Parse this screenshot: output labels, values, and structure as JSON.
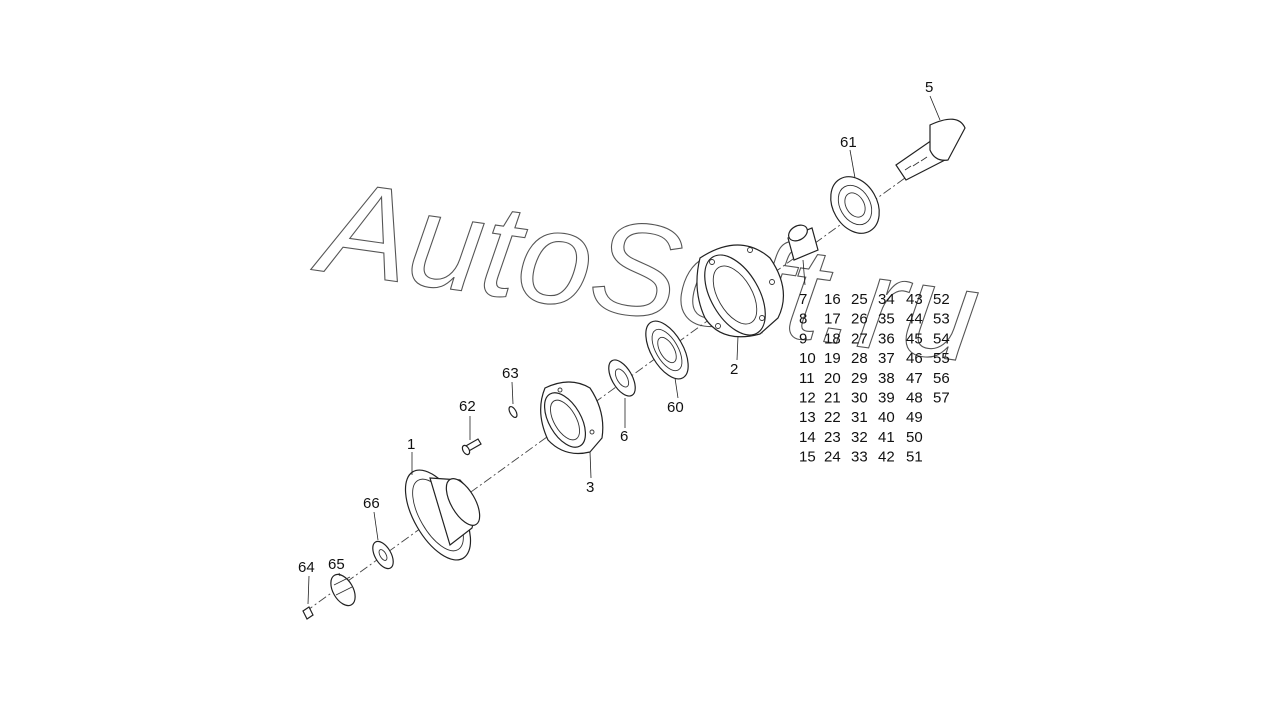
{
  "diagram": {
    "watermark": "AutoSoft.ru",
    "callouts": {
      "p1": "1",
      "p2": "2",
      "p3": "3",
      "p5": "5",
      "p6": "6",
      "p60": "60",
      "p61": "61",
      "p62": "62",
      "p63": "63",
      "p64": "64",
      "p65": "65",
      "p66": "66"
    },
    "part_table": [
      [
        "7",
        "16",
        "25",
        "34",
        "43",
        "52"
      ],
      [
        "8",
        "17",
        "26",
        "35",
        "44",
        "53"
      ],
      [
        "9",
        "18",
        "27",
        "36",
        "45",
        "54"
      ],
      [
        "10",
        "19",
        "28",
        "37",
        "46",
        "55"
      ],
      [
        "11",
        "20",
        "29",
        "38",
        "47",
        "56"
      ],
      [
        "12",
        "21",
        "30",
        "39",
        "48",
        "57"
      ],
      [
        "13",
        "22",
        "31",
        "40",
        "49",
        ""
      ],
      [
        "14",
        "23",
        "32",
        "41",
        "50",
        ""
      ],
      [
        "15",
        "24",
        "33",
        "42",
        "51",
        ""
      ]
    ],
    "colors": {
      "ink": "#222222",
      "paper": "#ffffff",
      "watermark": "#555555"
    }
  }
}
